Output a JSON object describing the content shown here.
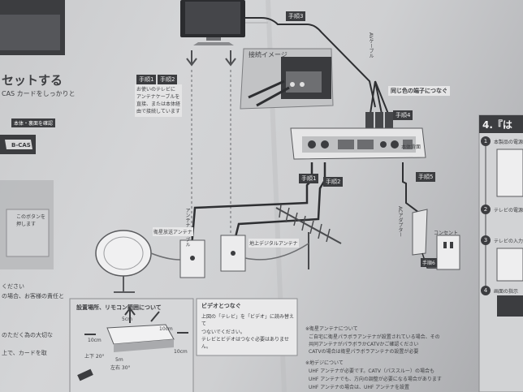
{
  "left_column": {
    "heading": "セットする",
    "subtitle": "CAS カードをしっかりと",
    "card_label": "B-CAS",
    "notice": "本体・裏面を確認",
    "step_note": "このボタンを押します",
    "text_lines": [
      "ください",
      "の場合、お客様の責任と",
      "のただく為の大切な",
      "上で、カードを取"
    ]
  },
  "tv_step_labels": [
    "手順1",
    "手順2"
  ],
  "tv_instruction": "お使いのテレビにアンテナケーブルを直接、または本体経由で接続しています",
  "connection_image_label": "接続イメージ",
  "step3_label": "手順3",
  "av_cable_label": "AVケーブル",
  "same_color_label": "同じ色の端子につなぐ",
  "step4_label": "手順4",
  "recorder_label": "本体背面",
  "step_labels_lower": [
    "手順1",
    "手順2"
  ],
  "step5_label": "手順5",
  "ac_adapter_label": "ACアダプター",
  "outlet_label": "コンセント",
  "outlet_step_label": "手順6",
  "antenna_cable_label": "アンテナケーブル",
  "bs_antenna_label": "衛星放送アンテナ",
  "terrestrial_antenna_label": "地上デジタルアンテナ",
  "install_box": {
    "title": "設置場所、リモコン範囲について",
    "dims": [
      "5cm",
      "10cm",
      "10cm",
      "10cm"
    ],
    "angles": [
      "上下 20°",
      "左右 30°",
      "5m"
    ]
  },
  "video_box": {
    "title": "ビデオとつなぐ",
    "body": [
      "上図の「テレビ」を「ビデオ」に読み替えて",
      "つないでください。",
      "テレビとビデオはつなぐ必要はありません。"
    ]
  },
  "notes": [
    "※衛星アンテナについて",
    "ご自宅に衛星パラボラアンテナが設置されている場合、その",
    "共同アンテナがパラボラかCATVかご確認ください",
    "CATVの場合は衛星パラボラアンテナの設置が必要",
    "※地デジについて",
    "UHF アンテナが必要です。CATV（パススルー）の場合も",
    "UHF アンテナでも、方向の調整が必要になる場合があります",
    "UHF アンテナの場合は、UHF アンテナを設置"
  ],
  "right_section": {
    "heading": "4.『は",
    "steps": [
      "1",
      "2",
      "3",
      "4"
    ],
    "step_texts": [
      "本製品の電源",
      "テレビの電源",
      "テレビの入力",
      "画面の指示"
    ]
  },
  "colors": {
    "paper": "#cfd0d2",
    "ink": "#3e3f42",
    "dark_block": "#3c3d40",
    "cable": "#2e2f32"
  }
}
